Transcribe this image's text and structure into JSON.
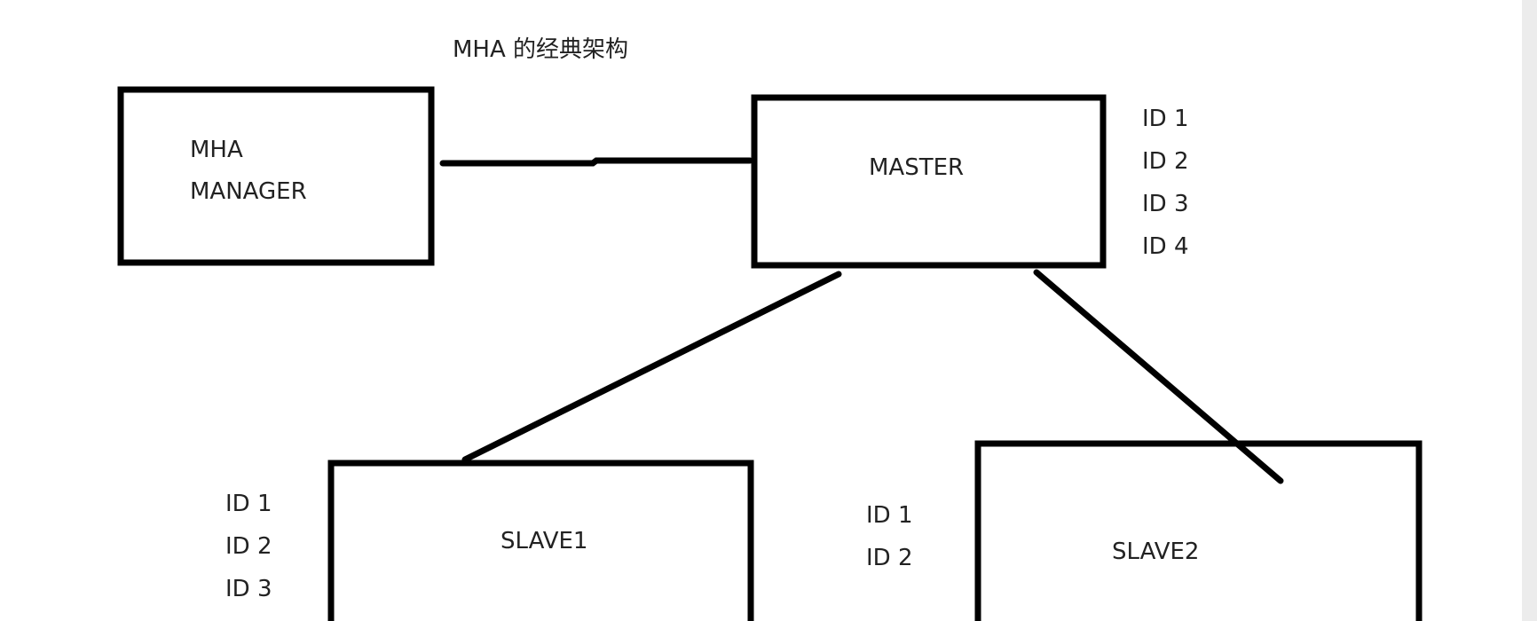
{
  "title": "MHA 的经典架构",
  "nodes": {
    "manager": {
      "line1": "MHA",
      "line2": "MANAGER"
    },
    "master": {
      "label": "MASTER",
      "ids": [
        "ID 1",
        "ID 2",
        "ID 3",
        "ID 4"
      ]
    },
    "slave1": {
      "label": "SLAVE1",
      "ids": [
        "ID 1",
        "ID 2",
        "ID 3"
      ]
    },
    "slave2": {
      "label": "SLAVE2",
      "ids": [
        "ID 1",
        "ID 2"
      ]
    }
  },
  "colors": {
    "stroke": "#000000",
    "text": "#222222",
    "background": "#ffffff",
    "scrollbar": "#ececec"
  }
}
